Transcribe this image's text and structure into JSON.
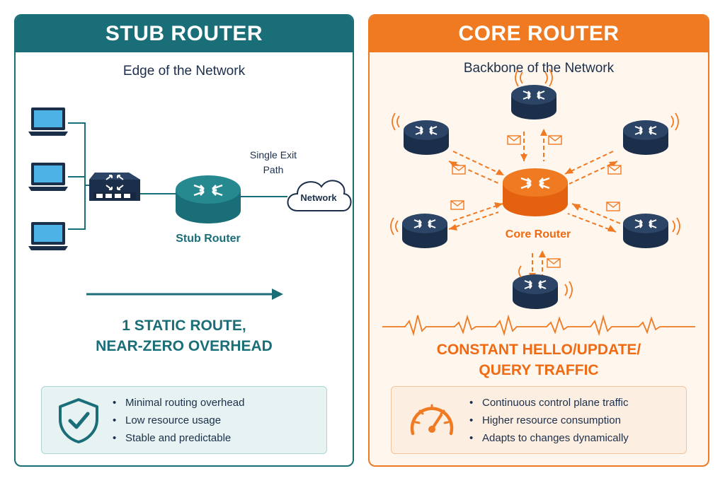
{
  "stub": {
    "title": "STUB ROUTER",
    "subtitle": "Edge of the Network",
    "exit_label_line1": "Single Exit",
    "exit_label_line2": "Path",
    "cloud_label": "Network",
    "router_label": "Stub Router",
    "headline_line1": "1 STATIC ROUTE,",
    "headline_line2": "NEAR-ZERO OVERHEAD",
    "bullets": [
      "Minimal routing overhead",
      "Low resource usage",
      "Stable and predictable"
    ],
    "accent_color": "#1a6e78",
    "icon": "shield-check-icon"
  },
  "core": {
    "title": "CORE ROUTER",
    "subtitle": "Backbone of the Network",
    "router_label": "Core Router",
    "headline_line1": "CONSTANT HELLO/UPDATE/",
    "headline_line2": "QUERY TRAFFIC",
    "bullets": [
      "Continuous control plane traffic",
      "Higher resource consumption",
      "Adapts to changes dynamically"
    ],
    "accent_color": "#ef7a22",
    "icon": "gauge-icon"
  }
}
